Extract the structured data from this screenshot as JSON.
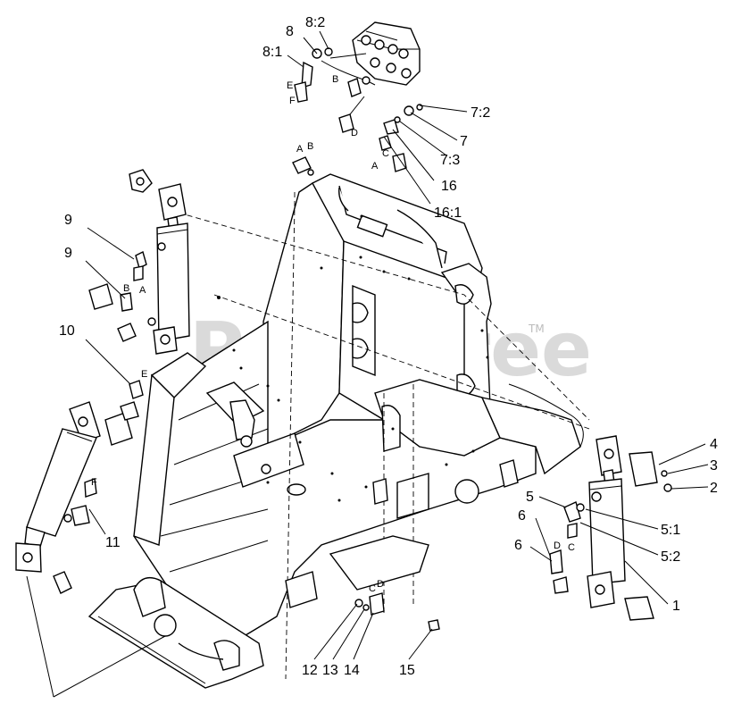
{
  "watermark": {
    "text": "PartsTree",
    "tm": "TM"
  },
  "callouts": {
    "c8": "8",
    "c8_2": "8:2",
    "c8_1": "8:1",
    "c7_2": "7:2",
    "c7": "7",
    "c7_3": "7:3",
    "c16": "16",
    "c16_1": "16:1",
    "c9a": "9",
    "c9b": "9",
    "c10": "10",
    "c11": "11",
    "c4": "4",
    "c3": "3",
    "c2": "2",
    "c5": "5",
    "c5_1": "5:1",
    "c5_2": "5:2",
    "c6a": "6",
    "c6b": "6",
    "c1": "1",
    "c12": "12",
    "c13": "13",
    "c14": "14",
    "c15": "15"
  },
  "port_letters": {
    "valve_e": "E",
    "valve_f": "F",
    "valve_b": "B",
    "valve_d": "D",
    "valve_c": "C",
    "valve_a": "A",
    "top_a": "A",
    "top_b": "B",
    "left_b": "B",
    "left_a": "A",
    "left_e": "E",
    "left_f": "F",
    "right_d": "D",
    "right_c": "C",
    "bottom_c": "C",
    "bottom_d": "D"
  }
}
